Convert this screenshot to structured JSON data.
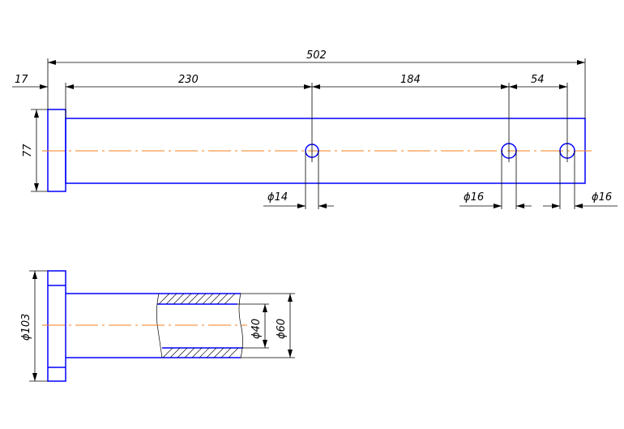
{
  "drawing": {
    "top_view": {
      "dims": {
        "overall": "502",
        "flange": "17",
        "to_hole1": "230",
        "hole1_to_hole2": "184",
        "hole2_to_hole3": "54",
        "height": "77",
        "hole1_dia": "ϕ14",
        "hole2_dia": "ϕ16",
        "hole3_dia": "ϕ16"
      }
    },
    "section_view": {
      "dims": {
        "flange_dia": "ϕ103",
        "bore_dia": "ϕ40",
        "outer_dia": "ϕ60"
      }
    },
    "colors": {
      "outline": "#0000ff",
      "centerline": "#f08020",
      "dimension": "#000000"
    }
  }
}
